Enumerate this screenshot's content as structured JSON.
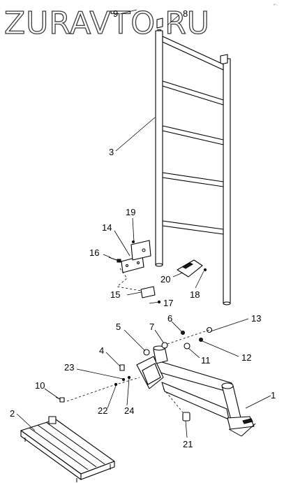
{
  "watermark": "ZURAVTO.RU",
  "corner_mark": "⌐.",
  "callouts": [
    "1",
    "2",
    "3",
    "4",
    "5",
    "6",
    "7",
    "8",
    "9",
    "10",
    "11",
    "12",
    "13",
    "14",
    "15",
    "16",
    "17",
    "18",
    "19",
    "20",
    "21",
    "22",
    "23",
    "24"
  ]
}
